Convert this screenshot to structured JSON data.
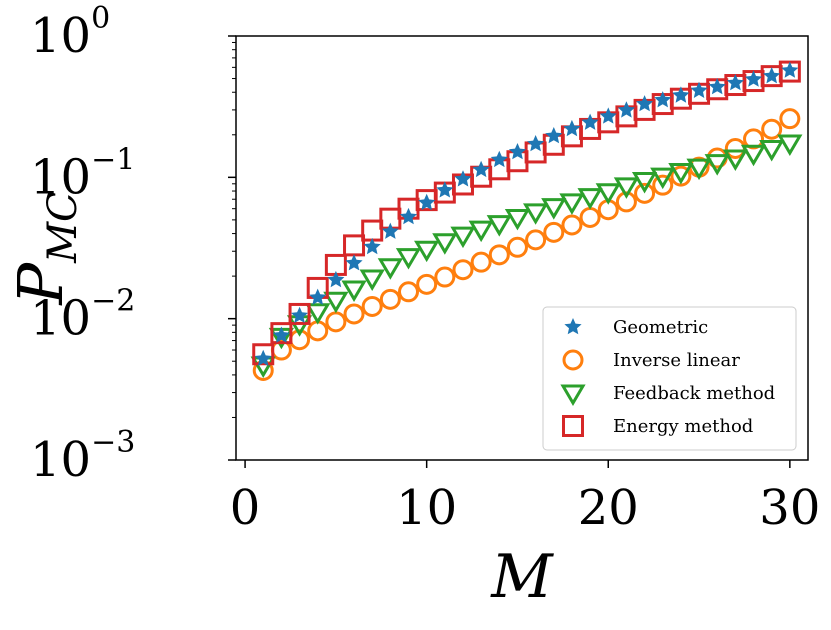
{
  "chart_data": {
    "type": "scatter",
    "xlabel": "M",
    "ylabel": "P",
    "ylabel_sub": "MC",
    "xlim": [
      -0.5,
      31
    ],
    "ylim": [
      0.001,
      1
    ],
    "yscale": "log",
    "xticks": [
      0,
      10,
      20,
      30
    ],
    "xtick_labels": [
      "0",
      "10",
      "20",
      "30"
    ],
    "yticks": [
      0.001,
      0.01,
      0.1,
      1
    ],
    "ytick_labels": [
      {
        "base": "10",
        "exp": "−3"
      },
      {
        "base": "10",
        "exp": "−2"
      },
      {
        "base": "10",
        "exp": "−1"
      },
      {
        "base": "10",
        "exp": "0"
      }
    ],
    "grid": false,
    "legend_position": "lower right",
    "x": [
      1,
      2,
      3,
      4,
      5,
      6,
      7,
      8,
      9,
      10,
      11,
      12,
      13,
      14,
      15,
      16,
      17,
      18,
      19,
      20,
      21,
      22,
      23,
      24,
      25,
      26,
      27,
      28,
      29,
      30
    ],
    "series": [
      {
        "name": "Geometric",
        "marker": "star",
        "color": "#1f77b4",
        "values": [
          0.0052,
          0.0076,
          0.0105,
          0.0141,
          0.0188,
          0.0247,
          0.0322,
          0.0413,
          0.0525,
          0.066,
          0.081,
          0.097,
          0.113,
          0.133,
          0.151,
          0.172,
          0.196,
          0.22,
          0.244,
          0.27,
          0.298,
          0.33,
          0.352,
          0.38,
          0.41,
          0.436,
          0.465,
          0.493,
          0.52,
          0.57
        ]
      },
      {
        "name": "Inverse linear",
        "marker": "circle",
        "color": "#ff7f0e",
        "values": [
          0.0043,
          0.006,
          0.0071,
          0.0082,
          0.0095,
          0.0108,
          0.0122,
          0.0137,
          0.0155,
          0.0175,
          0.0197,
          0.0222,
          0.0251,
          0.0283,
          0.032,
          0.0361,
          0.0408,
          0.046,
          0.052,
          0.059,
          0.067,
          0.077,
          0.088,
          0.102,
          0.118,
          0.137,
          0.16,
          0.187,
          0.219,
          0.26
        ]
      },
      {
        "name": "Feedback method",
        "marker": "triangle-down",
        "color": "#2ca02c",
        "values": [
          0.0047,
          0.0075,
          0.0092,
          0.0112,
          0.0135,
          0.0162,
          0.0194,
          0.0233,
          0.0275,
          0.031,
          0.035,
          0.039,
          0.043,
          0.047,
          0.052,
          0.057,
          0.062,
          0.067,
          0.073,
          0.079,
          0.087,
          0.095,
          0.102,
          0.11,
          0.118,
          0.127,
          0.137,
          0.148,
          0.16,
          0.175
        ]
      },
      {
        "name": "Energy method",
        "marker": "square",
        "color": "#d62728",
        "values": [
          0.0056,
          0.0079,
          0.0108,
          0.0165,
          0.024,
          0.033,
          0.042,
          0.051,
          0.06,
          0.069,
          0.078,
          0.089,
          0.101,
          0.114,
          0.13,
          0.15,
          0.17,
          0.195,
          0.22,
          0.245,
          0.27,
          0.3,
          0.33,
          0.36,
          0.39,
          0.42,
          0.45,
          0.48,
          0.52,
          0.56
        ]
      }
    ]
  }
}
